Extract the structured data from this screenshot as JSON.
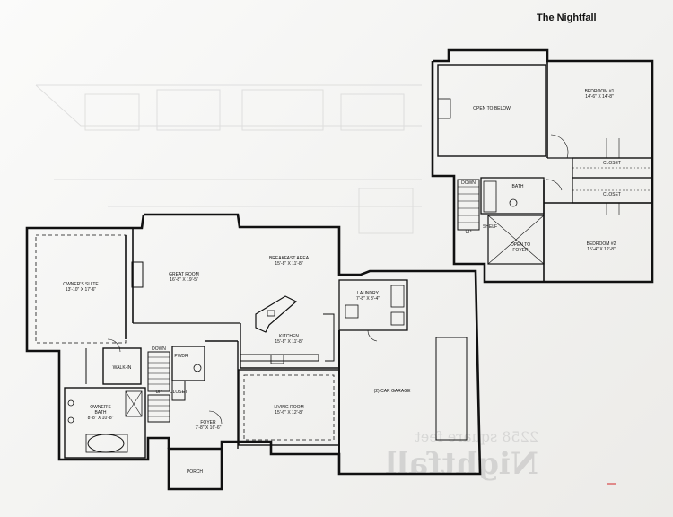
{
  "title": "The Nightfall",
  "first_floor": {
    "owners_suite": {
      "name": "OWNER'S SUITE",
      "dims": "13'-10\" X 17'-6\""
    },
    "great_room": {
      "name": "GREAT ROOM",
      "dims": "16'-8\" X 19'-5\""
    },
    "breakfast_area": {
      "name": "BREAKFAST AREA",
      "dims": "15'-8\" X 11'-8\""
    },
    "laundry": {
      "name": "LAUNDRY",
      "dims": "7'-8\" X 8'-4\""
    },
    "kitchen": {
      "name": "KITCHEN",
      "dims": "15'-8\" X 11'-8\""
    },
    "walk_in": {
      "name": "WALK-IN"
    },
    "owners_bath": {
      "name": "OWNER'S",
      "name2": "BATH",
      "dims": "8'-8\" X 10'-8\""
    },
    "down": "DOWN",
    "pwdr": "PWDR",
    "closet": "CLOSET",
    "living_room": {
      "name": "LIVING ROOM",
      "dims": "15'-6\" X 12'-8\""
    },
    "foyer": {
      "name": "FOYER",
      "dims": "7'-8\" X 16'-6\""
    },
    "porch": {
      "name": "PORCH"
    },
    "garage": {
      "name": "(2) CAR GARAGE"
    },
    "up": "UP"
  },
  "second_floor": {
    "open_to_below": {
      "name": "OPEN TO BELOW"
    },
    "bedroom1": {
      "name": "BEDROOM #1",
      "dims": "14'-6\" X 14'-8\""
    },
    "closet_a": "CLOSET",
    "closet_b": "CLOSET",
    "bath": {
      "name": "BATH"
    },
    "down": "DOWN",
    "shelf": "SHELF",
    "up": "UP",
    "open_to_foyer": {
      "name": "OPEN TO",
      "name2": "FOYER"
    },
    "bedroom2": {
      "name": "BEDROOM #2",
      "dims": "15'-4\" X 12'-8\""
    }
  },
  "watermark": {
    "big": "Nightfall",
    "small": "2258 square feet"
  }
}
